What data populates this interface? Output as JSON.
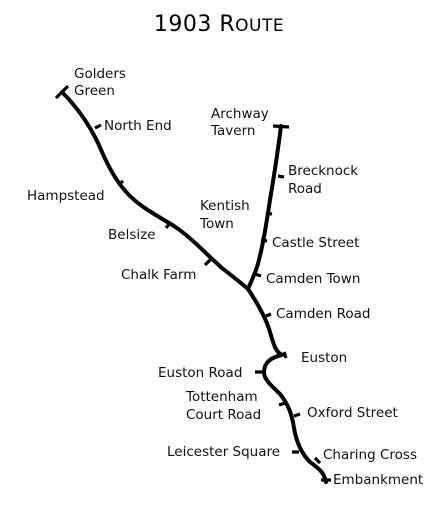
{
  "title": {
    "year": "1903",
    "first_initial": "R",
    "rest": "OUTE"
  },
  "stations": {
    "golders_green": [
      "Golders",
      "Green"
    ],
    "north_end": "North End",
    "hampstead": "Hampstead",
    "belsize": "Belsize",
    "chalk_farm": "Chalk Farm",
    "archway_tavern": [
      "Archway",
      "Tavern"
    ],
    "brecknock_road": [
      "Brecknock",
      "Road"
    ],
    "kentish_town": [
      "Kentish",
      "Town"
    ],
    "castle_street": "Castle Street",
    "camden_town": "Camden Town",
    "camden_road": "Camden Road",
    "euston": "Euston",
    "euston_road": "Euston Road",
    "tottenham_court_road": [
      "Tottenham",
      "Court Road"
    ],
    "oxford_street": "Oxford Street",
    "leicester_square": "Leicester Square",
    "charing_cross": "Charing Cross",
    "embankment": "Embankment"
  },
  "colors": {
    "line": "#000000",
    "background": "#ffffff"
  }
}
